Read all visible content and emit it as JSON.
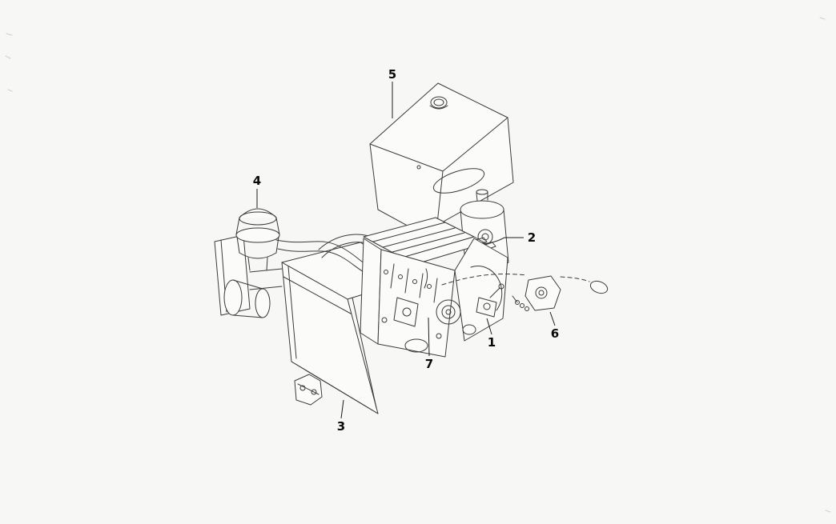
{
  "figure": {
    "kind": "engine-parts-diagram",
    "visible_text_only_numbers": true
  },
  "colors": {
    "background": "#f7f7f5",
    "line": "#3a3a3a",
    "label": "#0a0a0a",
    "paper": "#fbfbfa"
  },
  "diagram": {
    "callouts": [
      {
        "id": "callout-1",
        "label": "1"
      },
      {
        "id": "callout-2",
        "label": "2"
      },
      {
        "id": "callout-3",
        "label": "3"
      },
      {
        "id": "callout-4",
        "label": "4"
      },
      {
        "id": "callout-5",
        "label": "5"
      },
      {
        "id": "callout-6",
        "label": "6"
      },
      {
        "id": "callout-7",
        "label": "7"
      }
    ]
  }
}
